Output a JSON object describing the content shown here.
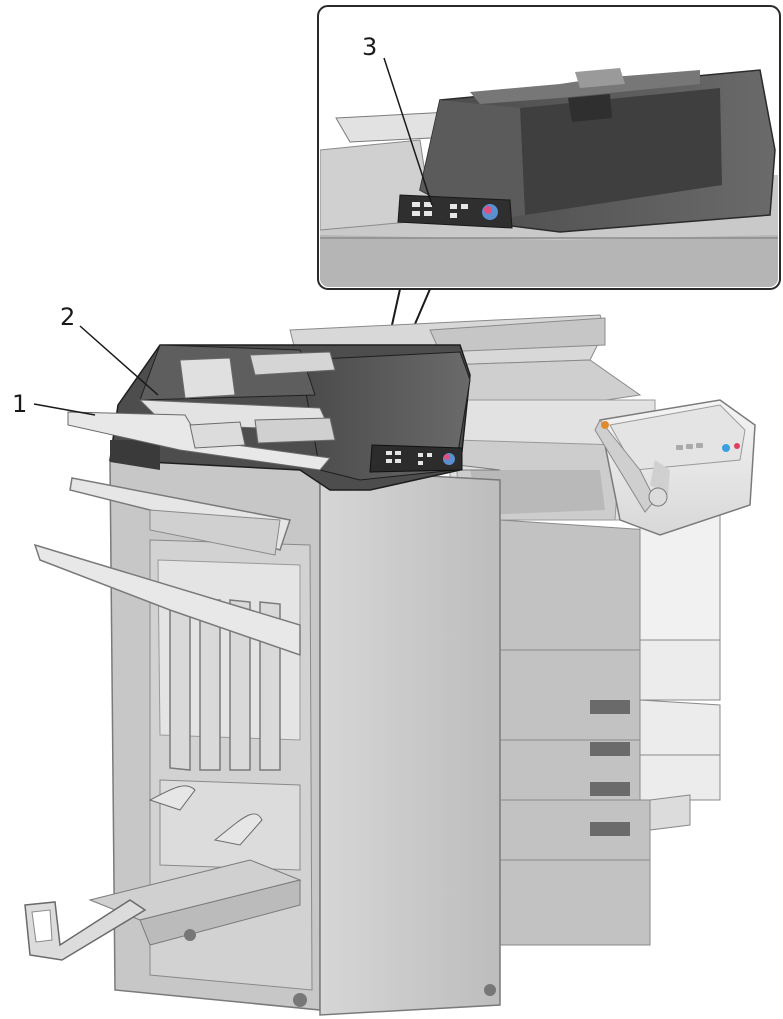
{
  "callouts": {
    "c1": "1",
    "c2": "2",
    "c3": "3"
  },
  "colors": {
    "body_light": "#d4d4d4",
    "body_mid": "#b9b9b9",
    "body_dark": "#8e8e8e",
    "unit_dark": "#555555",
    "outline": "#3a3a3a",
    "panel_screen": "#e6e6e6",
    "accent_blue": "#3aa0e0",
    "accent_red": "#e04060",
    "accent_orange": "#e08a30"
  }
}
